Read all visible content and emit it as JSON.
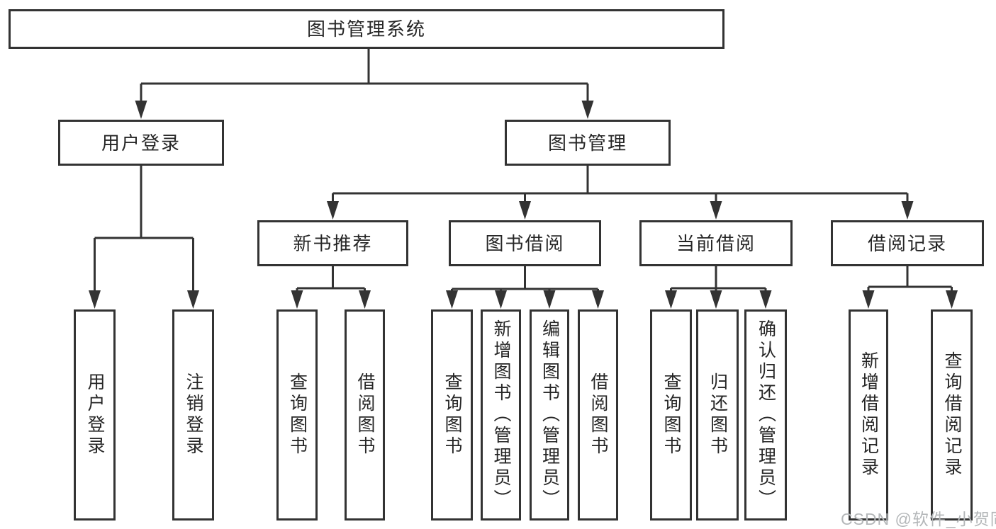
{
  "diagram": {
    "title": "图书管理系统",
    "tree": {
      "label": "图书管理系统",
      "children": [
        {
          "label": "用户登录",
          "children": [
            {
              "label": "用户登录"
            },
            {
              "label": "注销登录"
            }
          ]
        },
        {
          "label": "图书管理",
          "children": [
            {
              "label": "新书推荐",
              "children": [
                {
                  "label": "查询图书"
                },
                {
                  "label": "借阅图书"
                }
              ]
            },
            {
              "label": "图书借阅",
              "children": [
                {
                  "label": "查询图书"
                },
                {
                  "label": "新增图书（管理员）"
                },
                {
                  "label": "编辑图书（管理员）"
                },
                {
                  "label": "借阅图书"
                }
              ]
            },
            {
              "label": "当前借阅",
              "children": [
                {
                  "label": "查询图书"
                },
                {
                  "label": "归还图书"
                },
                {
                  "label": "确认归还（管理员）"
                }
              ]
            },
            {
              "label": "借阅记录",
              "children": [
                {
                  "label": "新增借阅记录"
                },
                {
                  "label": "查询借阅记录"
                }
              ]
            }
          ]
        }
      ]
    }
  },
  "watermark": {
    "text": "CSDN @软件_小贺同学"
  },
  "colors": {
    "line": "#333333",
    "text": "#262626",
    "watermark": "#b4b7b9",
    "background": "#ffffff"
  }
}
